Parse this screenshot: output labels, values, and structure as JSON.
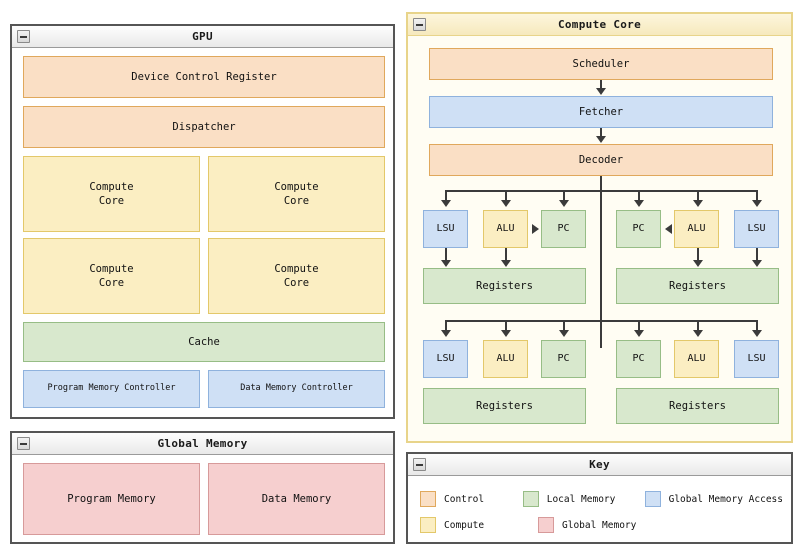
{
  "colors": {
    "control": "#fadfc5",
    "control_border": "#e0a85c",
    "compute": "#fbeec2",
    "compute_border": "#e3c86a",
    "local_memory": "#d8e8cd",
    "local_memory_border": "#97bd86",
    "global_memory": "#f6cfcf",
    "global_memory_border": "#d79a9a",
    "global_memory_access": "#cfe0f5",
    "global_memory_access_border": "#8fb2dd",
    "connector": "#3b3b3b",
    "panel_border": "#555555",
    "panel_border_tinted": "#e8d48a"
  },
  "gpu_panel": {
    "title": "GPU",
    "collapse_icon": "collapse-minus-icon",
    "device_control_register": "Device Control Register",
    "dispatcher": "Dispatcher",
    "compute_cores": [
      "Compute\nCore",
      "Compute\nCore",
      "Compute\nCore",
      "Compute\nCore"
    ],
    "cache": "Cache",
    "program_memory_controller": "Program Memory Controller",
    "data_memory_controller": "Data Memory Controller"
  },
  "global_memory_panel": {
    "title": "Global Memory",
    "collapse_icon": "collapse-minus-icon",
    "program_memory": "Program Memory",
    "data_memory": "Data Memory"
  },
  "compute_core_panel": {
    "title": "Compute Core",
    "collapse_icon": "collapse-minus-icon",
    "scheduler": "Scheduler",
    "fetcher": "Fetcher",
    "decoder": "Decoder",
    "thread_blocks": [
      {
        "row": 1,
        "side": "left",
        "units": [
          "LSU",
          "ALU",
          "PC"
        ],
        "registers": "Registers"
      },
      {
        "row": 1,
        "side": "right",
        "units": [
          "PC",
          "ALU",
          "LSU"
        ],
        "registers": "Registers"
      },
      {
        "row": 2,
        "side": "left",
        "units": [
          "LSU",
          "ALU",
          "PC"
        ],
        "registers": "Registers"
      },
      {
        "row": 2,
        "side": "right",
        "units": [
          "PC",
          "ALU",
          "LSU"
        ],
        "registers": "Registers"
      }
    ]
  },
  "key_panel": {
    "title": "Key",
    "collapse_icon": "collapse-minus-icon",
    "entries": [
      {
        "label": "Control",
        "swatch": "control"
      },
      {
        "label": "Local Memory",
        "swatch": "local_memory"
      },
      {
        "label": "Global Memory Access",
        "swatch": "global_memory_access"
      },
      {
        "label": "Compute",
        "swatch": "compute"
      },
      {
        "label": "Global Memory",
        "swatch": "global_memory"
      }
    ]
  }
}
